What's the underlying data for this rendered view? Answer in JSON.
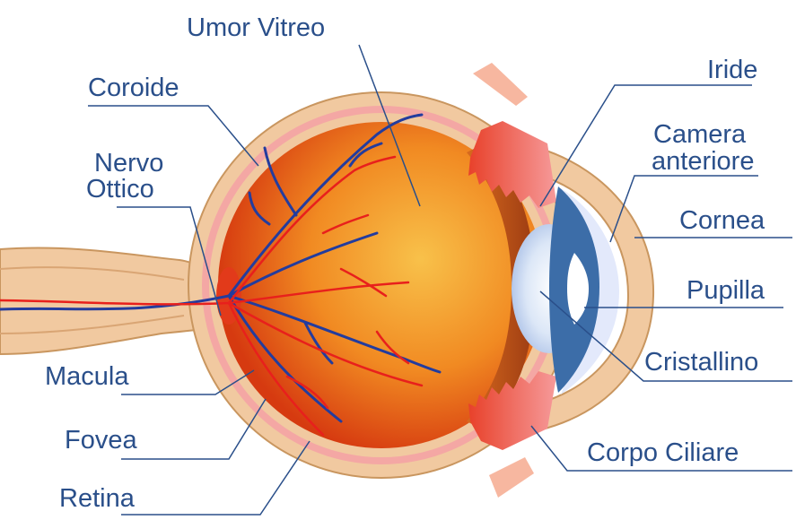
{
  "labels": {
    "umor_vitreo": "Umor Vitreo",
    "coroide": "Coroide",
    "nervo": "Nervo",
    "ottico": "Ottico",
    "macula": "Macula",
    "fovea": "Fovea",
    "retina": "Retina",
    "iride": "Iride",
    "camera": "Camera",
    "anteriore": "anteriore",
    "cornea": "Cornea",
    "pupilla": "Pupilla",
    "cristallino": "Cristallino",
    "corpo_ciliare": "Corpo Ciliare"
  },
  "colors": {
    "label_text": "#2a4f8a",
    "leader_line": "#2a4f8a",
    "sclera": "#f1c9a0",
    "choroid": "#f4a0a0",
    "globe_core": "#f7b33d",
    "globe_edge": "#d63a10",
    "vein": "#233c9e",
    "artery": "#e8201c",
    "iris": "#3c6da8",
    "lens": "#dbe6f6"
  }
}
